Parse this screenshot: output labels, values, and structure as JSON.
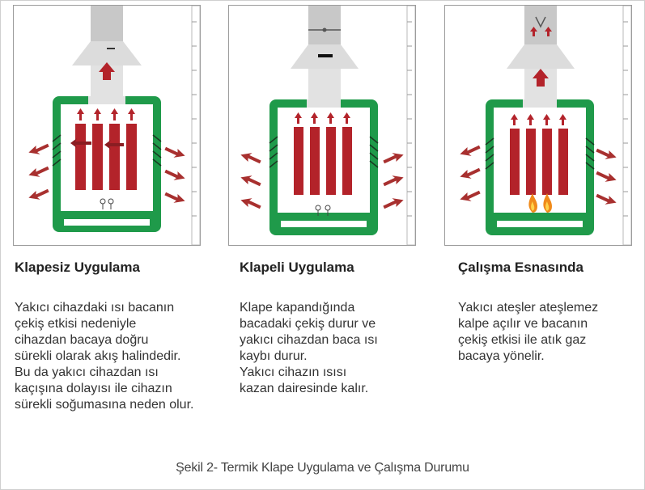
{
  "panels": [
    {
      "title": "Klapesiz Uygulama",
      "body": "Yakıcı cihazdaki ısı bacanın\nçekiş etkisi nedeniyle\ncihazdan bacaya doğru\nsürekli olarak akış halindedir.\nBu da yakıcı cihazdan ısı\nkaçışına dolayısı ile cihazın\nsürekli soğumasına neden olur."
    },
    {
      "title": "Klapeli Uygulama",
      "body": "Klape kapandığında\nbacadaki çekiş durur ve\nyakıcı cihazdan baca ısı\nkaybı durur.\nYakıcı cihazın ısısı\nkazan dairesinde kalır."
    },
    {
      "title": "Çalışma Esnasında",
      "body": "Yakıcı ateşler ateşlemez\nkalpe açılır ve bacanın\nçekiş etkisi ile atık gaz\nbacaya yönelir."
    }
  ],
  "caption": "Şekil 2- Termik Klape Uygulama ve Çalışma Durumu",
  "colors": {
    "boiler_green": "#1f9a4a",
    "flue_red": "#b3232a",
    "arrow_red": "#a8302f",
    "flue_grey": "#c9c9c9",
    "flame_orange": "#f08a1a"
  }
}
